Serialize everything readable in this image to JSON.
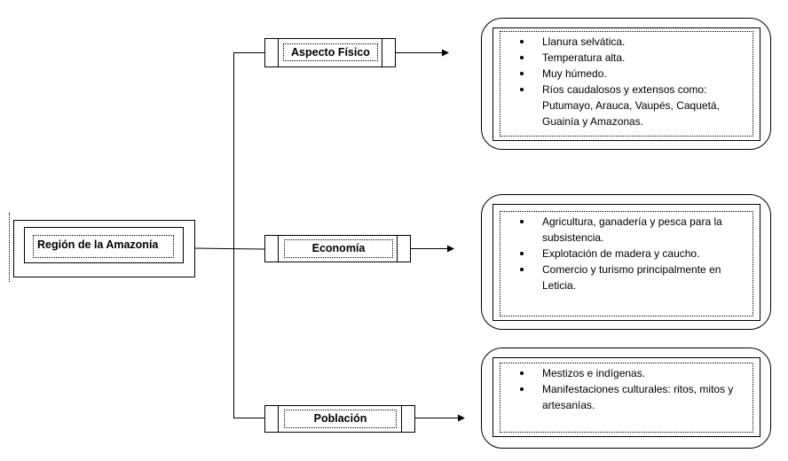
{
  "root": {
    "label": "Región de la Amazonía"
  },
  "categories": [
    {
      "label": "Aspecto Físico",
      "items": [
        "Llanura selvática.",
        "Temperatura alta.",
        "Muy húmedo.",
        "Ríos caudalosos y extensos como: Putumayo, Arauca, Vaupés, Caquetá, Guainía y Amazonas."
      ]
    },
    {
      "label": "Economía",
      "items": [
        "Agricultura, ganadería y pesca para la subsistencia.",
        "Explotación de madera y caucho.",
        "Comercio y turismo principalmente en Leticia."
      ]
    },
    {
      "label": "Población",
      "items": [
        "Mestizos e indígenas.",
        "Manifestaciones culturales: ritos, mitos y artesanías."
      ]
    }
  ]
}
